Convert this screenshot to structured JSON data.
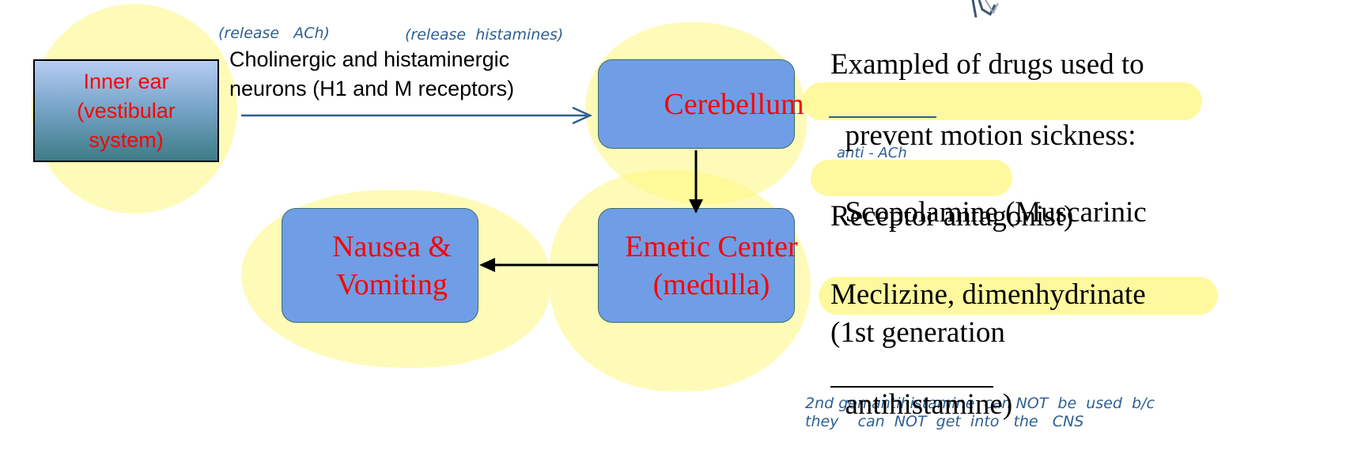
{
  "colors": {
    "box_fill": "#6f9ee6",
    "box_border": "#3a6c6a",
    "box_text": "#ff0000",
    "highlight": "#fdf77f",
    "annotation": "#2d5f92"
  },
  "inner_ear": {
    "lines": [
      "Inner ear",
      "(vestibular",
      "system)"
    ]
  },
  "cerebellum": {
    "label": "Cerebellum"
  },
  "emetic_center": {
    "lines": [
      "Emetic Center",
      "(medulla)"
    ]
  },
  "nausea": {
    "lines": [
      "Nausea &",
      "Vomiting"
    ]
  },
  "arrow_label": {
    "lines": [
      "Cholinergic and histaminergic",
      "neurons (H1 and M receptors)"
    ]
  },
  "annotations": {
    "ach": "(release   ACh)",
    "histamines": "(release  histamines)",
    "anti_ach": "anti - ACh",
    "gen2_line1": "2nd gen antihistamine  can NOT  be  used  b/c",
    "gen2_line2": "they    can  NOT  get  into   the   CNS"
  },
  "drugs": {
    "heading_line1": "Exampled of drugs used to",
    "heading_prevent": "prevent",
    "heading_rest": " motion sickness:",
    "scop_name": "Scopolamine",
    "scop_rest": " (Muscarinic",
    "scop_line2": "Receptor antagonist)",
    "mec_line1": "Meclizine, dimenhydrinate",
    "mec_line2": "(1st generation",
    "mec_antihist": "antihistamine",
    "mec_close": ")"
  }
}
